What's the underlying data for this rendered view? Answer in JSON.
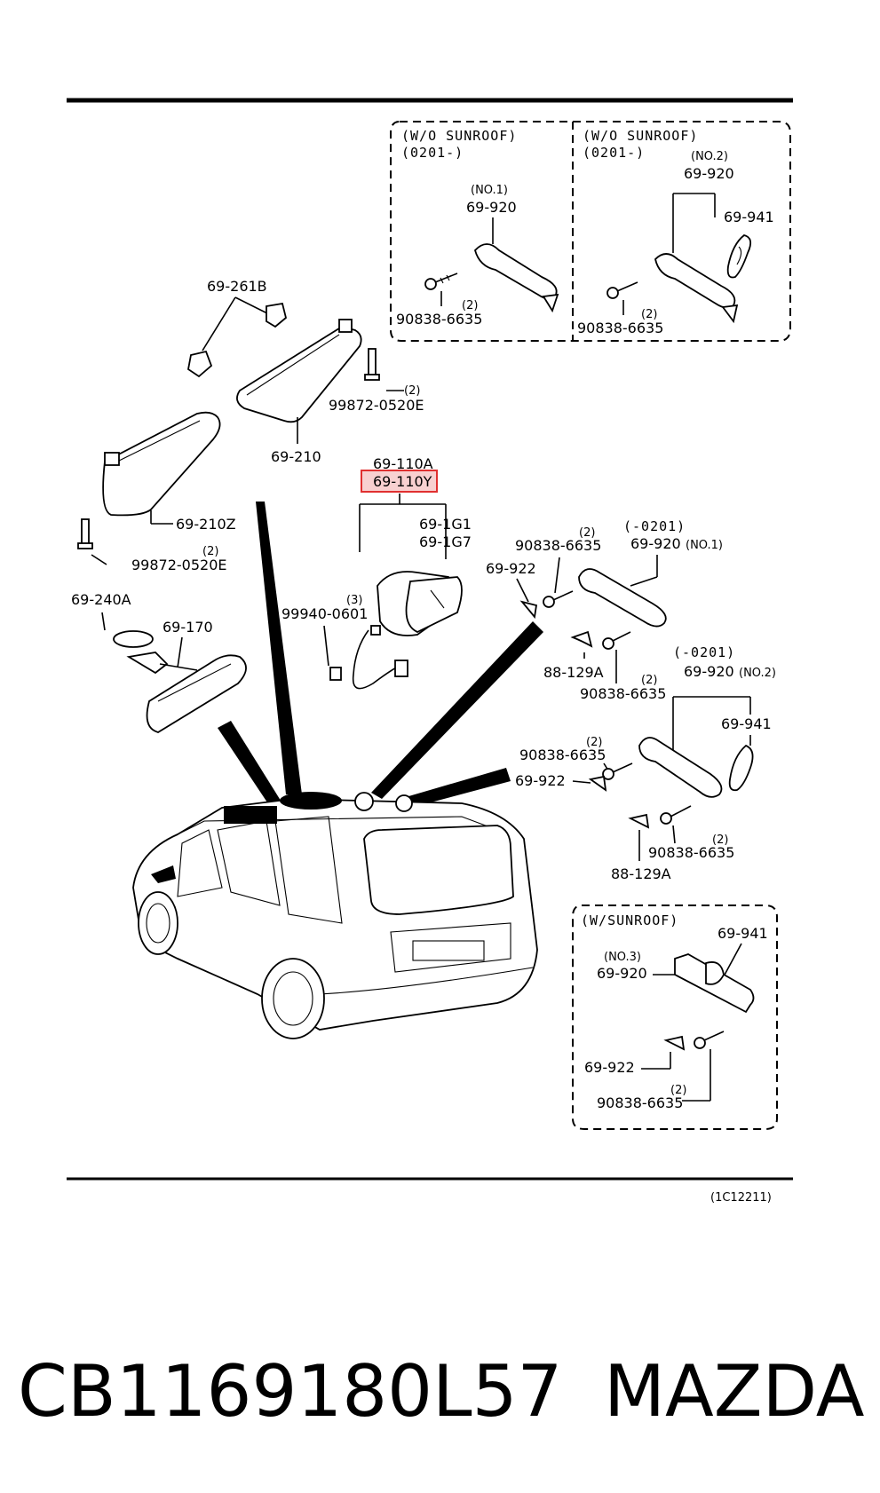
{
  "colors": {
    "highlight": "#e03030",
    "highlight_fill": "#f8d0d0",
    "ink": "#000000"
  },
  "boxes": {
    "wo_sunroof_left": {
      "line1": "(W/O  SUNROOF)",
      "line2": "(0201-)"
    },
    "wo_sunroof_right": {
      "line1": "(W/O  SUNROOF)",
      "line2": "(0201-)"
    },
    "w_sunroof": {
      "line1": "(W/SUNROOF)"
    }
  },
  "labels": {
    "no1_top": "(NO.1)",
    "p69920_top_left": "69-920",
    "p90838_top_left": "90838-6635",
    "q2_top_left": "(2)",
    "no2_top": "(NO.2)",
    "p69920_top_right": "69-920",
    "p69941_top_right": "69-941",
    "p90838_top_right": "90838-6635",
    "q2_top_right": "(2)",
    "p69261b": "69-261B",
    "p99872_right": "99872-0520E",
    "q2_99872_right": "(2)",
    "p69210": "69-210",
    "p69210z": "69-210Z",
    "p99872_left": "99872-0520E",
    "q2_99872_left": "(2)",
    "p69110a": "69-110A",
    "p69110y": "69-110Y",
    "p691g1": "69-1G1",
    "p691g7": "69-1G7",
    "p99940": "99940-0601",
    "q3_99940": "(3)",
    "p69240a": "69-240A",
    "p69170": "69-170",
    "mid_range_1": "(-0201)",
    "p69920_mid1": "69-920",
    "no1_mid": "(NO.1)",
    "p90838_mid1": "90838-6635",
    "q2_mid1": "(2)",
    "p69922_mid1": "69-922",
    "p88129a_mid1": "88-129A",
    "p90838_mid2": "90838-6635",
    "q2_mid2": "(2)",
    "mid_range_2": "(-0201)",
    "p69920_mid2": "69-920",
    "no2_mid": "(NO.2)",
    "p69941_mid": "69-941",
    "p90838_mid3": "90838-6635",
    "q2_mid3": "(2)",
    "p69922_mid2": "69-922",
    "p90838_mid4": "90838-6635",
    "q2_mid4": "(2)",
    "p88129a_mid2": "88-129A",
    "p69941_sun": "69-941",
    "no3_sun": "(NO.3)",
    "p69920_sun": "69-920",
    "p69922_sun": "69-922",
    "p90838_sun": "90838-6635",
    "q2_sun": "(2)",
    "diagram_code": "(1C12211)"
  },
  "footer": {
    "part_number": "CB1169180L57",
    "brand": "MAZDA"
  }
}
